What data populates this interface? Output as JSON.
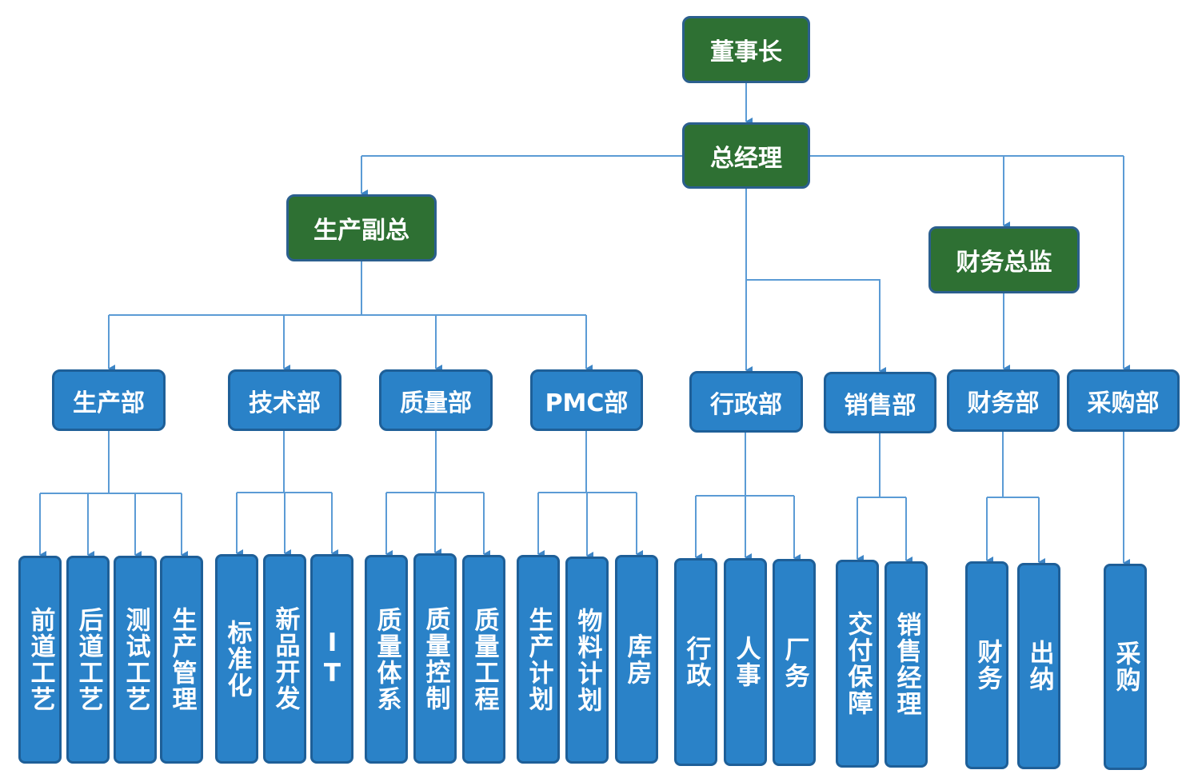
{
  "colors": {
    "executive": "#2e7033",
    "department": "#2a82c8",
    "border": "#1e5f98",
    "connector": "#5b9bd5"
  },
  "nodes": {
    "chairman": "董事长",
    "gm": "总经理",
    "vp_production": "生产副总",
    "cfo": "财务总监",
    "dept_production": "生产部",
    "dept_tech": "技术部",
    "dept_quality": "质量部",
    "dept_pmc": "PMC部",
    "dept_admin": "行政部",
    "dept_sales": "销售部",
    "dept_finance": "财务部",
    "dept_purchase": "采购部",
    "front_process": "前道工艺",
    "back_process": "后道工艺",
    "test_process": "测试工艺",
    "prod_mgmt": "生产管理",
    "standardization": "标准化",
    "new_product": "新品开发",
    "it": "IT",
    "quality_system": "质量体系",
    "quality_control": "质量控制",
    "quality_eng": "质量工程",
    "prod_plan": "生产计划",
    "material_plan": "物料计划",
    "warehouse": "库房",
    "admin": "行政",
    "hr": "人事",
    "factory_affairs": "厂务",
    "delivery": "交付保障",
    "sales_mgr": "销售经理",
    "finance": "财务",
    "cashier": "出纳",
    "purchase": "采购"
  }
}
